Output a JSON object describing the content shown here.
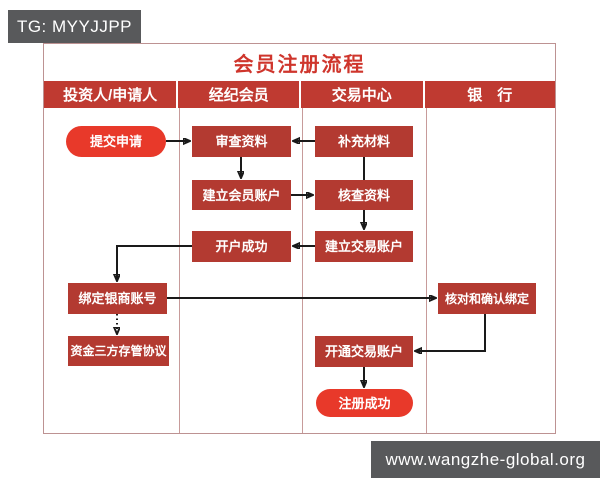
{
  "badges": {
    "tg": "TG: MYYJJPP",
    "site": "www.wangzhe-global.org"
  },
  "flowchart": {
    "title": "会员注册流程",
    "columns": [
      "投资人/申请人",
      "经纪会员",
      "交易中心",
      "银　行"
    ],
    "nodes": {
      "submit": {
        "label": "提交申请",
        "shape": "pill",
        "column": "投资人/申请人"
      },
      "review": {
        "label": "审查资料",
        "shape": "box",
        "column": "经纪会员"
      },
      "supplement": {
        "label": "补充材料",
        "shape": "box",
        "column": "交易中心"
      },
      "member_account": {
        "label": "建立会员账户",
        "shape": "box",
        "column": "经纪会员"
      },
      "verify": {
        "label": "核查资料",
        "shape": "box",
        "column": "交易中心"
      },
      "open_success": {
        "label": "开户成功",
        "shape": "box",
        "column": "经纪会员"
      },
      "trade_account": {
        "label": "建立交易账户",
        "shape": "box",
        "column": "交易中心"
      },
      "bind_account": {
        "label": "绑定银商账号",
        "shape": "box",
        "column": "投资人/申请人"
      },
      "confirm_bind": {
        "label": "核对和确认绑定",
        "shape": "box",
        "column": "银　行"
      },
      "custody": {
        "label": "资金三方存管协议",
        "shape": "box",
        "column": "投资人/申请人"
      },
      "open_trade": {
        "label": "开通交易账户",
        "shape": "box",
        "column": "交易中心"
      },
      "register_success": {
        "label": "注册成功",
        "shape": "pill",
        "column": "交易中心"
      }
    },
    "edges": [
      {
        "from": "提交申请",
        "to": "审查资料",
        "style": "arrow"
      },
      {
        "from": "补充材料",
        "to": "审查资料",
        "style": "arrow"
      },
      {
        "from": "审查资料",
        "to": "建立会员账户",
        "style": "arrow"
      },
      {
        "from": "建立会员账户",
        "to": "核查资料",
        "style": "arrow"
      },
      {
        "from": "补充材料",
        "to": "核查资料",
        "style": "line"
      },
      {
        "from": "核查资料",
        "to": "建立交易账户",
        "style": "arrow"
      },
      {
        "from": "建立交易账户",
        "to": "开户成功",
        "style": "arrow"
      },
      {
        "from": "开户成功",
        "to": "绑定银商账号",
        "style": "elbow-arrow"
      },
      {
        "from": "绑定银商账号",
        "to": "核对和确认绑定",
        "style": "arrow"
      },
      {
        "from": "绑定银商账号",
        "to": "资金三方存管协议",
        "style": "dotted-arrow"
      },
      {
        "from": "核对和确认绑定",
        "to": "开通交易账户",
        "style": "elbow-arrow"
      },
      {
        "from": "开通交易账户",
        "to": "注册成功",
        "style": "arrow"
      }
    ],
    "colors": {
      "node_box": "#b33a31",
      "node_pill": "#e8392a",
      "header_bg": "#bf3a31",
      "title_text": "#cf352c",
      "frame_border": "#bd9292",
      "arrow": "#1a1a1a",
      "badge_bg": "#58595b",
      "badge_text": "#ffffff"
    }
  }
}
